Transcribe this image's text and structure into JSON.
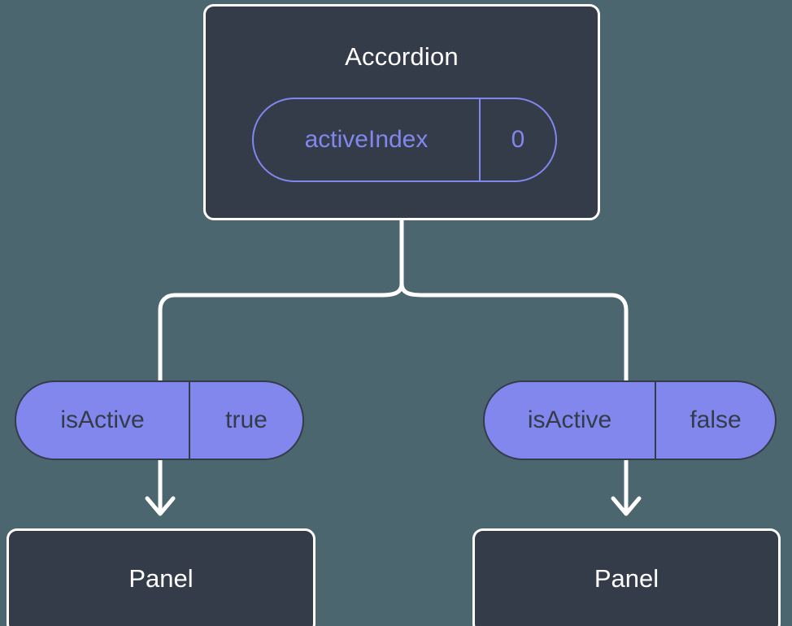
{
  "diagram": {
    "title_node": {
      "label": "Accordion",
      "prop": {
        "key": "activeIndex",
        "value": "0"
      }
    },
    "branches": [
      {
        "side": "left",
        "prop": {
          "key": "isActive",
          "value": "true"
        },
        "child": {
          "label": "Panel"
        }
      },
      {
        "side": "right",
        "prop": {
          "key": "isActive",
          "value": "false"
        },
        "child": {
          "label": "Panel"
        }
      }
    ]
  },
  "colors": {
    "background": "#4c666f",
    "node_fill": "#343b49",
    "node_border": "#ffffff",
    "accent_purple": "#8287ee",
    "text_light": "#ffffff",
    "text_dark": "#343b49",
    "connector": "#ffffff"
  }
}
